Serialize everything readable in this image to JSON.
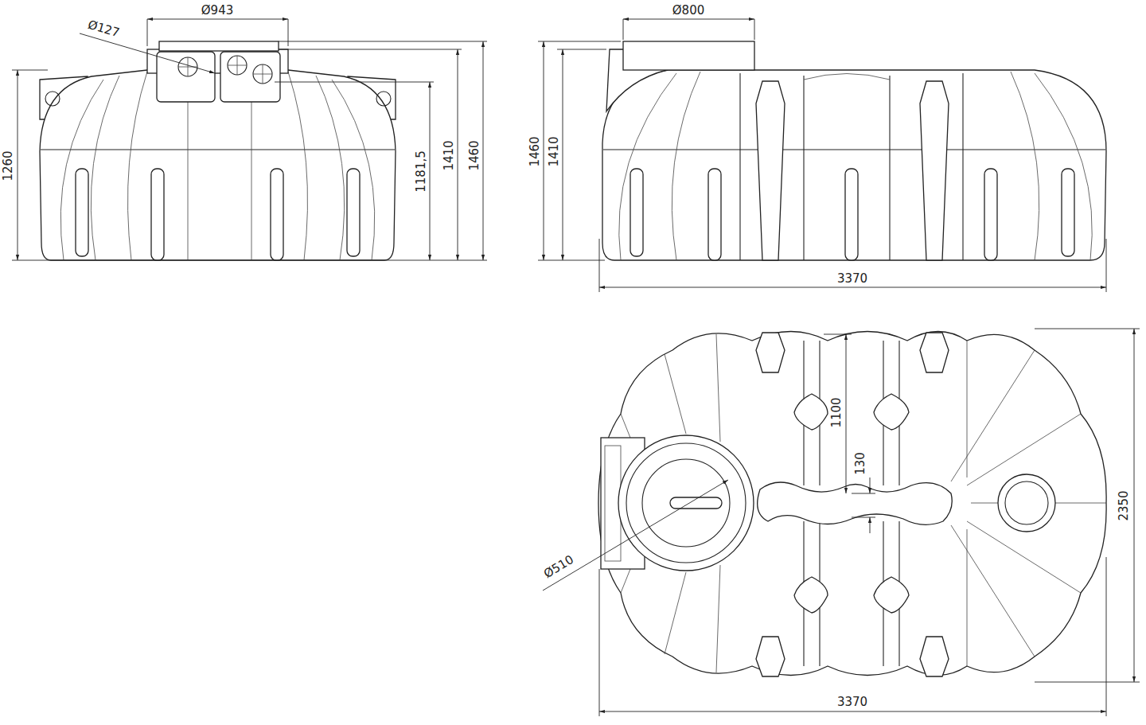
{
  "diagram": {
    "labels": [
      "Ø943",
      "Ø127",
      "1260",
      "1181,5",
      "1410",
      "1460",
      "Ø800",
      "1460",
      "1410",
      "3370",
      "1100",
      "130",
      "Ø510",
      "2350",
      "3370"
    ]
  }
}
